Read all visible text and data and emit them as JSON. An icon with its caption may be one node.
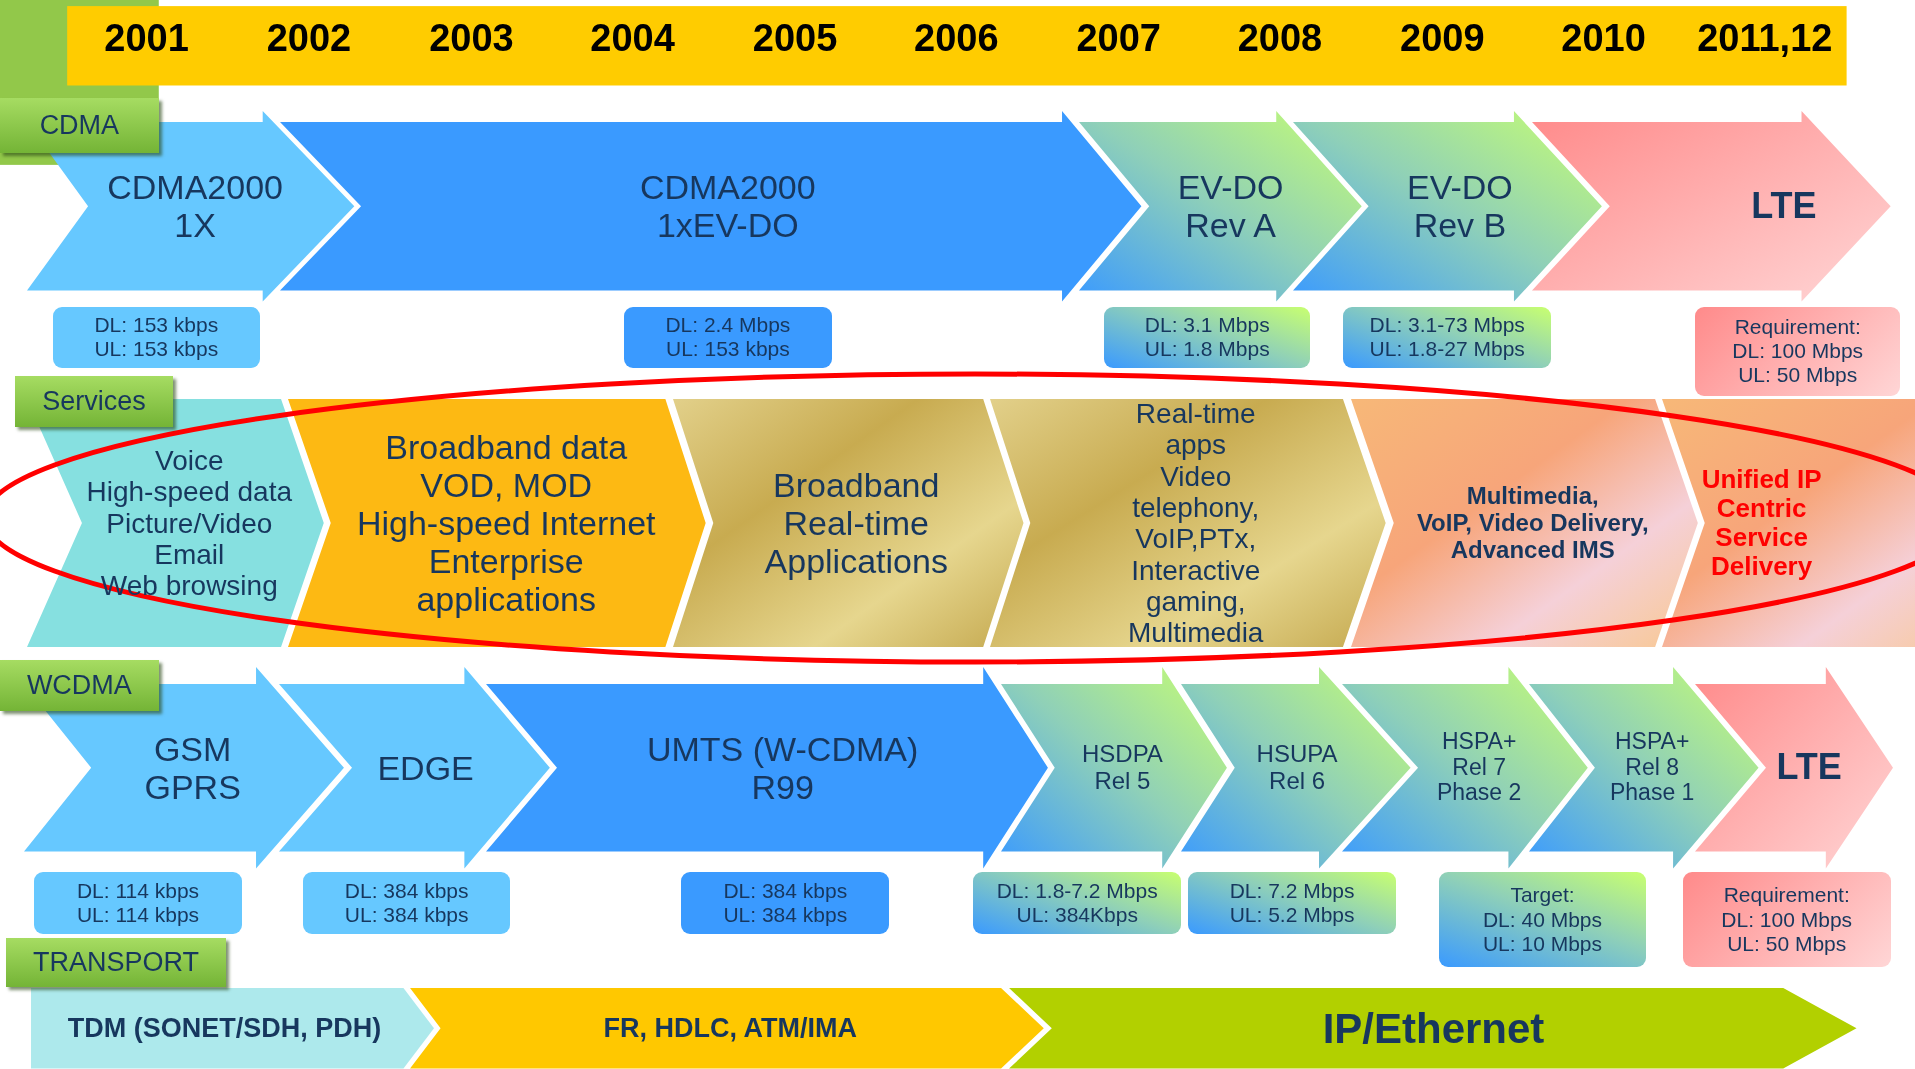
{
  "diagram": {
    "nodes": [
      {
        "text": [
          "CDMA"
        ]
      },
      {
        "text": [
          "CDMA2000 1X"
        ]
      },
      {
        "text": [
          "CDMA2000 1xEV-DO"
        ]
      },
      {
        "text": [
          "EV-DO Rev A"
        ]
      },
      {
        "text": [
          "EV-DO Rev B"
        ]
      },
      {
        "text": [
          "LTE"
        ]
      },
      {
        "text": [
          "DL: 153 kbps",
          "UL: 153 kbps"
        ]
      },
      {
        "text": [
          "DL: 2.4 Mbps",
          "UL: 153 kbps"
        ]
      },
      {
        "text": [
          "DL: 3.1 Mbps",
          "UL: 1.8 Mbps"
        ]
      },
      {
        "text": [
          "DL: 3.1-73 Mbps",
          "UL: 1.8-27 Mbps"
        ]
      },
      {
        "text": [
          "Requirement:",
          "DL: 100 Mbps",
          "UL: 50 Mbps"
        ]
      },
      {
        "text": [
          "Services"
        ]
      },
      {
        "text": [
          "Voice",
          "High-speed data",
          "Picture/Video",
          "Email",
          "Web browsing"
        ]
      },
      {
        "text": [
          "Broadband data",
          "VOD, MOD",
          "High-speed Internet",
          "Enterprise applications"
        ]
      },
      {
        "text": [
          "Broadband Real-time Applications"
        ]
      },
      {
        "text": [
          "Real-time apps",
          "Video telephony,",
          "VoIP,PTx,",
          "Interactive gaming,",
          "Multimedia"
        ]
      },
      {
        "text": [
          "Multimedia,",
          "VoIP, Video Delivery,",
          "Advanced IMS"
        ]
      },
      {
        "text": [
          "Unified IP Centric Service Delivery"
        ]
      },
      {
        "text": [
          "WCDMA"
        ]
      },
      {
        "text": [
          "GSM GPRS"
        ]
      },
      {
        "text": [
          "EDGE"
        ]
      },
      {
        "text": [
          "UMTS (W-CDMA) R99"
        ]
      },
      {
        "text": [
          "HSDPA Rel 5"
        ]
      },
      {
        "text": [
          "HSUPA Rel 6"
        ]
      },
      {
        "text": [
          "HSPA+ Rel 7 Phase 2"
        ]
      },
      {
        "text": [
          "HSPA+ Rel 8 Phase 1"
        ]
      },
      {
        "text": [
          "LTE"
        ]
      },
      {
        "text": [
          "DL: 114 kbps",
          "UL: 114 kbps"
        ]
      },
      {
        "text": [
          "DL: 384 kbps",
          "UL: 384 kbps"
        ]
      },
      {
        "text": [
          "DL: 384 kbps",
          "UL: 384 kbps"
        ]
      },
      {
        "text": [
          "DL: 1.8-7.2 Mbps",
          "UL: 384Kbps"
        ]
      },
      {
        "text": [
          "DL: 7.2 Mbps",
          "UL: 5.2 Mbps"
        ]
      },
      {
        "text": [
          "Target:",
          "DL: 40 Mbps",
          "UL: 10 Mbps"
        ]
      },
      {
        "text": [
          "Requirement:",
          "DL: 100 Mbps",
          "UL: 50 Mbps"
        ]
      },
      {
        "text": [
          "TRANSPORT"
        ]
      },
      {
        "text": [
          "TDM (SONET/SDH, PDH)"
        ]
      },
      {
        "text": [
          "FR, HDLC, ATM/IMA"
        ]
      },
      {
        "text": [
          "IP/Ethernet"
        ]
      }
    ],
    "labels": [
      "2001",
      "2002",
      "2003",
      "2004",
      "2005",
      "2006",
      "2007",
      "2008",
      "2009",
      "2010",
      "2011,12"
    ]
  }
}
